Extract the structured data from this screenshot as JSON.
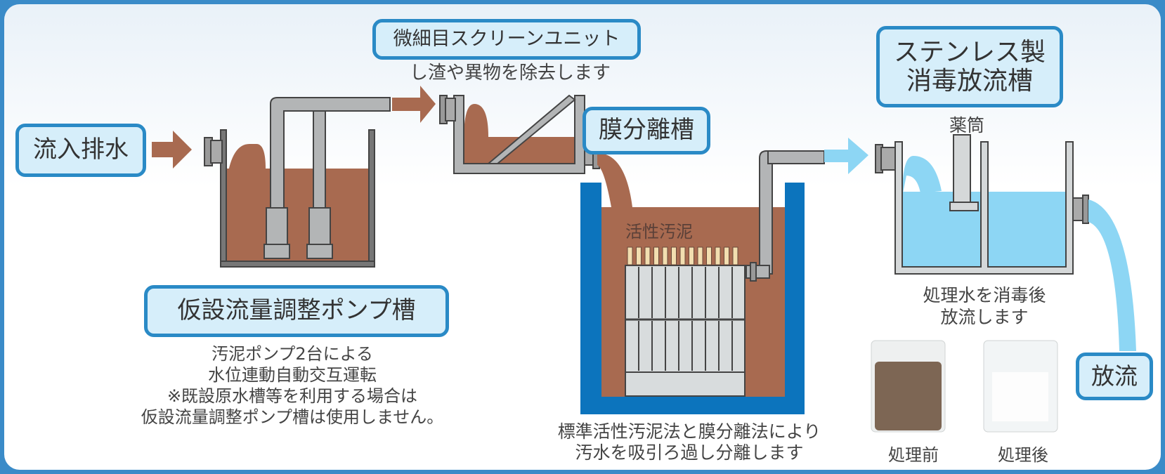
{
  "labels": {
    "inflow": "流入排水",
    "screen_unit": "微細目スクリーンユニット",
    "membrane_tank": "膜分離槽",
    "stainless_tank": "ステンレス製\n消毒放流槽",
    "pump_tank": "仮設流量調整ポンプ槽",
    "discharge": "放流"
  },
  "texts": {
    "screen_desc": "し渣や異物を除去します",
    "pump_desc": "汚泥ポンプ2台による\n水位連動自動交互運転\n※既設原水槽等を利用する場合は\n仮設流量調整ポンプ槽は使用しません。",
    "activated_sludge": "活性汚泥",
    "membrane_desc": "標準活性汚泥法と膜分離法により\n汚水を吸引ろ過し分離します",
    "chemical_tube": "薬筒",
    "disinfect_desc": "処理水を消毒後\n放流します",
    "before": "処理前",
    "after": "処理後"
  },
  "colors": {
    "sludge": "#a86a50",
    "clean_water": "#8dd6f4",
    "pipe": "#b3b5b6",
    "tank_blue": "#0c74bd",
    "label_border": "#2a8ac6",
    "label_fill": "#d6eefa"
  }
}
